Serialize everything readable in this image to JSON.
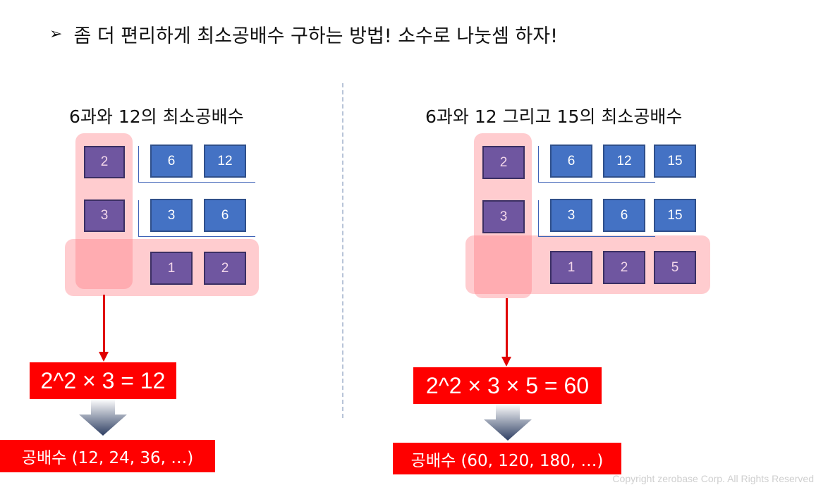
{
  "title": "좀 더 편리하게 최소공배수 구하는 방법! 소수로 나눗셈 하자!",
  "left": {
    "subtitle": "6과와 12의 최소공배수",
    "divisors": [
      "2",
      "3"
    ],
    "rows": [
      [
        "6",
        "12"
      ],
      [
        "3",
        "6"
      ],
      [
        "1",
        "2"
      ]
    ],
    "result": "2^2 × 3 = 12",
    "multiples": "공배수 (12, 24, 36, …)"
  },
  "right": {
    "subtitle": "6과와 12 그리고 15의 최소공배수",
    "divisors": [
      "2",
      "3"
    ],
    "rows": [
      [
        "6",
        "12",
        "15"
      ],
      [
        "3",
        "6",
        "15"
      ],
      [
        "1",
        "2",
        "5"
      ]
    ],
    "result": "2^2 × 3 × 5 = 60",
    "multiples": "공배수 (60, 120, 180, …)"
  },
  "footer": "Copyright zerobase Corp. All Rights Reserved",
  "colors": {
    "highlight": "#ff7882",
    "blue_box": "#4472c4",
    "purple_box": "#6f56a0",
    "result_bg": "#ff0000"
  },
  "icons": {
    "bullet": "arrowhead-bullet-icon",
    "flow": "down-gradient-arrow-icon"
  }
}
